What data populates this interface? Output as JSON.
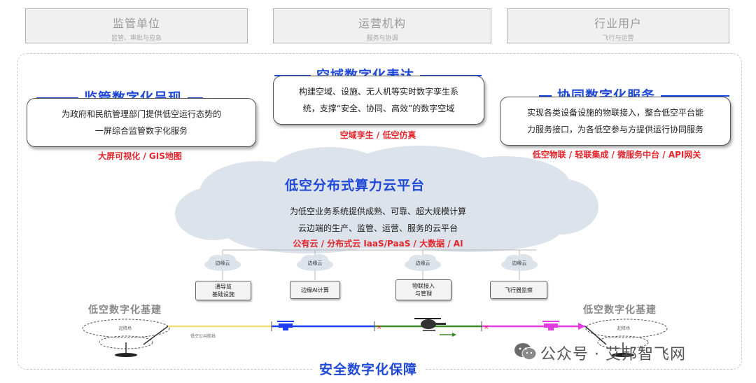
{
  "top_tiers": [
    {
      "title": "监管单位",
      "subtitle": "监管、审批与应急"
    },
    {
      "title": "运营机构",
      "subtitle": "服务与协调"
    },
    {
      "title": "行业用户",
      "subtitle": "飞行与运营"
    }
  ],
  "regulation": {
    "title": "监管数字化呈现",
    "desc_line1": "为政府和民航管理部门提供低空运行态势的",
    "desc_line2": "一屏综合监管数字化服务",
    "tags": "大屏可视化 / GIS地图"
  },
  "airspace": {
    "title": "空域数字化表达",
    "desc_line1": "构建空域、设施、无人机等实时数字孪生系",
    "desc_line2": "统，支撑“安全、协同、高效”的数字空域",
    "tags": "空域孪生 / 低空仿真"
  },
  "collab": {
    "title": "协同数字化服务",
    "desc_line1": "实现各类设备设施的物联接入，整合低空平台能",
    "desc_line2": "力服务接口，为各低空参与方提供运行协同服务",
    "tags": "低空物联 / 轻联集成 / 微服务中台 / API网关"
  },
  "cloud": {
    "title": "低空分布式算力云平台",
    "desc_line1": "为低空业务系统提供成熟、可靠、超大规模计算",
    "desc_line2": "云边端的生产、监管、运营、服务的云平台",
    "tags": "公有云 / 分布式云 IaaS/PaaS / 大数据 / AI"
  },
  "edge_nodes": [
    {
      "cloud_label": "边缘云",
      "box_label": "通导监\n基础设施"
    },
    {
      "cloud_label": "边缘云",
      "box_label": "边缘AI计算"
    },
    {
      "cloud_label": "边缘云",
      "box_label": "物联接入\n与管理"
    },
    {
      "cloud_label": "边缘云",
      "box_label": "飞行器监察"
    }
  ],
  "infra": {
    "left_label": "低空数字化基建",
    "right_label": "低空数字化基建",
    "vertiport_left": "起降场",
    "vertiport_right": "起降场",
    "route_label": "低空公共航线"
  },
  "bottom_title": "安全数字化保障",
  "watermark": "公众号 · 艾邦智飞网",
  "colors": {
    "title_blue": "#1f49d6",
    "tag_red": "#e4242b",
    "route_yellow": "#f3dc7a",
    "route_blue": "#1e3cf0",
    "route_green": "#3a8a2a",
    "route_magenta": "#e23ce0"
  }
}
